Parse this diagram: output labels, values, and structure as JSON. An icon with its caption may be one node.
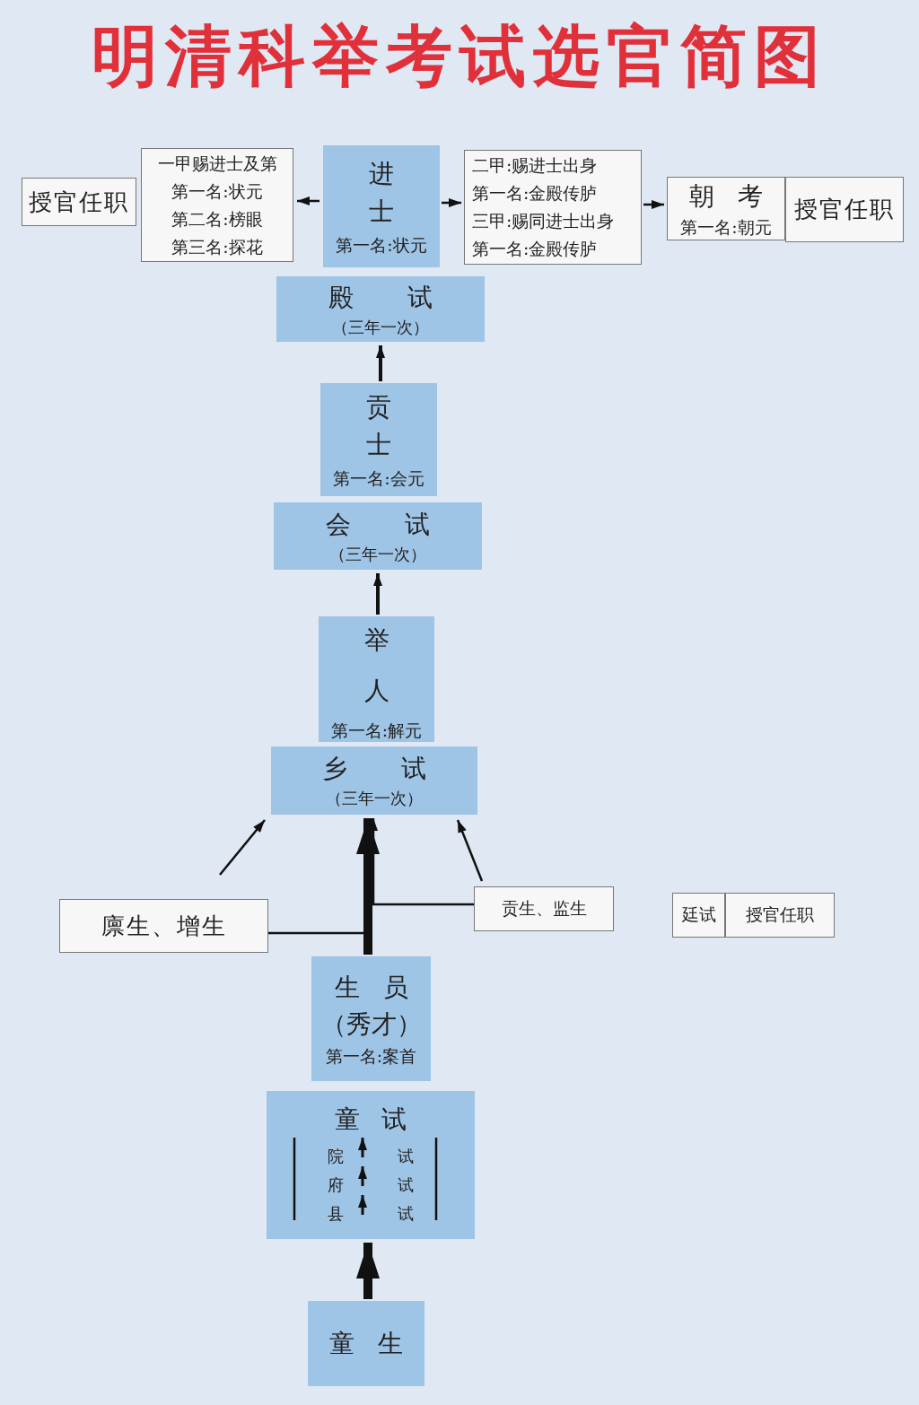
{
  "diagram": {
    "title": "明清科举考试选官简图",
    "nodes": [
      {
        "text": [
          "授官任职"
        ]
      },
      {
        "text": [
          "一甲赐进士及第",
          "第一名:状元",
          "第二名:榜眼",
          "第三名:探花"
        ]
      },
      {
        "text": [
          "进士",
          "第一名:状元"
        ]
      },
      {
        "text": [
          "二甲:赐进士出身",
          "第一名:金殿传胪",
          "三甲:赐同进士出身",
          "第一名:金殿传胪"
        ]
      },
      {
        "text": [
          "朝考",
          "第一名:朝元"
        ]
      },
      {
        "text": [
          "授官任职"
        ]
      },
      {
        "text": [
          "殿试",
          "（三年一次）"
        ]
      },
      {
        "text": [
          "贡士",
          "第一名:会元"
        ]
      },
      {
        "text": [
          "会试",
          "（三年一次）"
        ]
      },
      {
        "text": [
          "举人",
          "第一名:解元"
        ]
      },
      {
        "text": [
          "乡试",
          "（三年一次）"
        ]
      },
      {
        "text": [
          "廪生、增生"
        ]
      },
      {
        "text": [
          "贡生、监生"
        ]
      },
      {
        "text": [
          "生员",
          "（秀才）",
          "第一名:案首"
        ]
      },
      {
        "text": [
          "童试",
          "院试",
          "府试",
          "县试"
        ]
      },
      {
        "text": [
          "童生"
        ]
      },
      {
        "text": [
          "廷试"
        ]
      },
      {
        "text": [
          "授官任职"
        ]
      }
    ],
    "edges": [
      {
        "from": 2,
        "to": 1,
        "arrow": "to"
      },
      {
        "from": 2,
        "to": 3,
        "arrow": "to"
      },
      {
        "from": 3,
        "to": 4,
        "arrow": "to"
      },
      {
        "from": 7,
        "to": 6,
        "arrow": "to"
      },
      {
        "from": 9,
        "to": 8,
        "arrow": "to"
      },
      {
        "from": 13,
        "to": 10,
        "arrow": "to",
        "style": "thick"
      },
      {
        "from": 11,
        "to": 10,
        "arrow": "to"
      },
      {
        "from": 12,
        "to": 10,
        "arrow": "to"
      },
      {
        "from": null,
        "to": 10,
        "arrow": "to"
      },
      {
        "from": 12,
        "to": 10,
        "arrow": "to"
      },
      {
        "from": 15,
        "to": 14,
        "arrow": "to",
        "style": "thick"
      }
    ]
  }
}
